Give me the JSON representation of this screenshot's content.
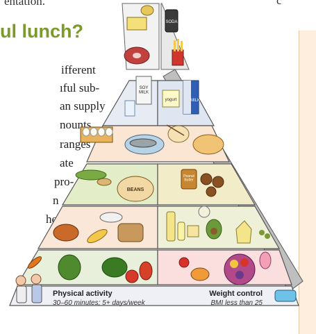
{
  "page": {
    "fragment_top": "entation.",
    "fragment_topright": "c",
    "heading": "ul lunch?",
    "body_lines": [
      "ifferent",
      "ıful sub-",
      "an supply",
      "nounts",
      "ranges",
      "ate",
      "pro-",
      "n",
      "he"
    ]
  },
  "pyramid": {
    "soy_label": "SOY\nMILK",
    "yogurt_label": "yogurt",
    "milk_label": "MILK",
    "beans_label": "BEANS",
    "peanut_label": "Peanut\nButter",
    "soda_label": "SODA"
  },
  "footer": {
    "activity_title": "Physical activity",
    "activity_detail": "30–60 minutes; 5+ days/week",
    "weight_title": "Weight control",
    "weight_detail": "BMI less than 25"
  },
  "colors": {
    "heading": "#7a9a2a",
    "tier_blue": "#dfe6f2",
    "tier_peach": "#fbe6d4",
    "tier_green": "#e3edc8",
    "tier_pink": "#fbdede",
    "tier_border": "#555555"
  }
}
